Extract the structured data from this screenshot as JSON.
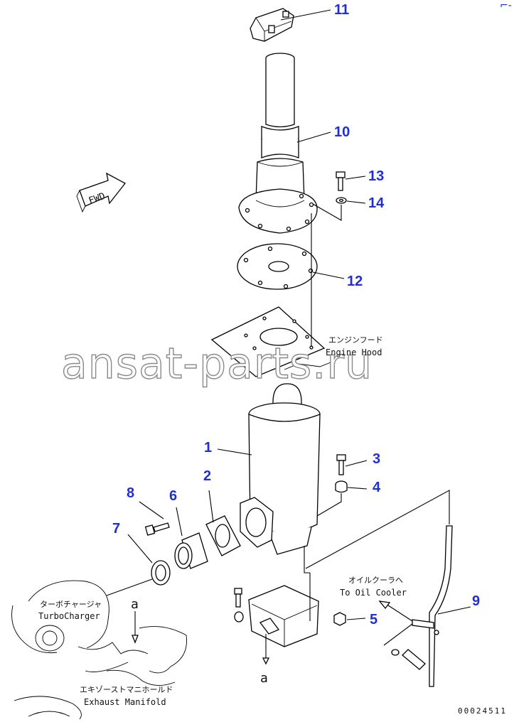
{
  "callouts": {
    "c1": "1",
    "c2": "2",
    "c3": "3",
    "c4": "4",
    "c5": "5",
    "c6": "6",
    "c7": "7",
    "c8": "8",
    "c9": "9",
    "c10": "10",
    "c11": "11",
    "c12": "12",
    "c13": "13",
    "c14": "14"
  },
  "labels": {
    "engine_hood_jp": "エンジンフード",
    "engine_hood_en": "Engine Hood",
    "turbo_jp": "ターボチャージャ",
    "turbo_en": "TurboCharger",
    "manifold_jp": "エキゾーストマニホールド",
    "manifold_en": "Exhaust Manifold",
    "oil_cooler_jp": "オイルクーラへ",
    "oil_cooler_en": "To Oil Cooler",
    "fwd": "FWD",
    "ref_a_top": "a",
    "ref_a_bottom": "a"
  },
  "drawing_number": "00024511",
  "watermark": "ansat-parts.ru",
  "corner_mark": "⌐-"
}
